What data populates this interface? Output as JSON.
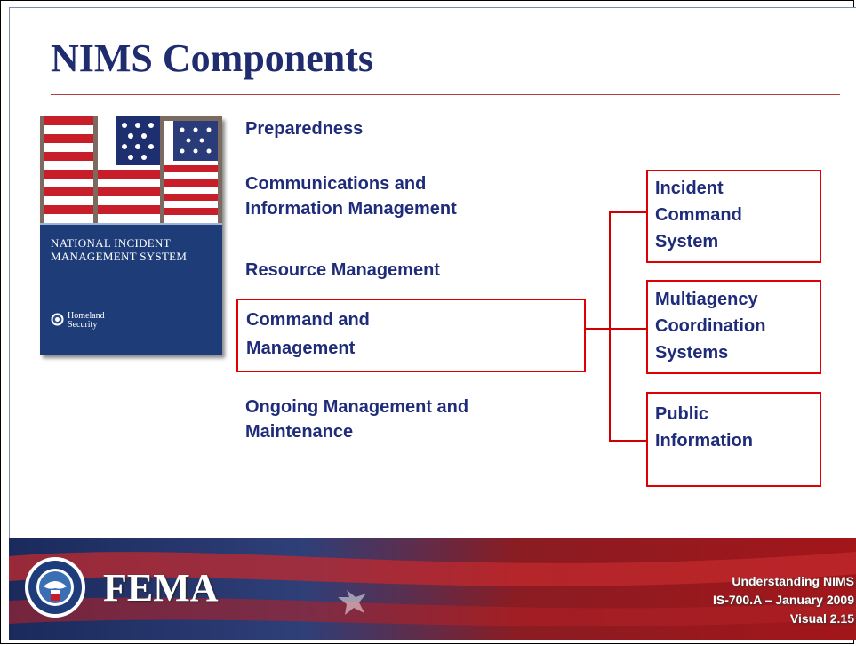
{
  "slide": {
    "title": "NIMS Components"
  },
  "cover": {
    "title_line1": "NATIONAL INCIDENT",
    "title_line2": "MANAGEMENT SYSTEM",
    "agency_line1": "Homeland",
    "agency_line2": "Security"
  },
  "components": [
    "Preparedness",
    "Communications and Information Management",
    "Resource Management",
    "Command and Management",
    "Ongoing Management and Maintenance"
  ],
  "components_display": {
    "comm_line1": "Communications and",
    "comm_line2": "Information Management",
    "cm_line1": "Command and",
    "cm_line2": "Management",
    "ongoing_line1": "Ongoing Management and",
    "ongoing_line2": "Maintenance"
  },
  "sub_components": {
    "ics_line1": "Incident",
    "ics_line2": "Command",
    "ics_line3": "System",
    "macs_line1": "Multiagency",
    "macs_line2": "Coordination",
    "macs_line3": "Systems",
    "pi_line1": "Public",
    "pi_line2": "Information"
  },
  "footer": {
    "agency": "FEMA",
    "course": "Understanding NIMS",
    "course_id": "IS-700.A – January 2009",
    "visual": "Visual 2.15"
  },
  "colors": {
    "title": "#1f2c6e",
    "text": "#1f2c7a",
    "accent_box": "#e00000",
    "footer_red": "#a3161a",
    "footer_blue": "#1b2a5c"
  }
}
